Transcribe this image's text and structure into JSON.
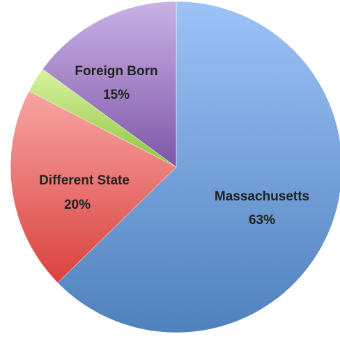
{
  "chart_data": {
    "type": "pie",
    "title": "",
    "start_angle_deg": 0,
    "direction": "clockwise",
    "slices": [
      {
        "label": "Massachusetts",
        "display_value": "63%",
        "value": 63,
        "color": "#4F81BD",
        "color_light": "#9DC3F7"
      },
      {
        "label": "Different State",
        "display_value": "20%",
        "value": 20,
        "color": "#D9413E",
        "color_light": "#F8A6A4"
      },
      {
        "label": "",
        "display_value": "",
        "value": 2.5,
        "color": "#8DC63F",
        "color_light": "#D9F2A0"
      },
      {
        "label": "Foreign Born",
        "display_value": "15%",
        "value": 15,
        "color": "#7E57A8",
        "color_light": "#C9B2E6"
      }
    ]
  }
}
